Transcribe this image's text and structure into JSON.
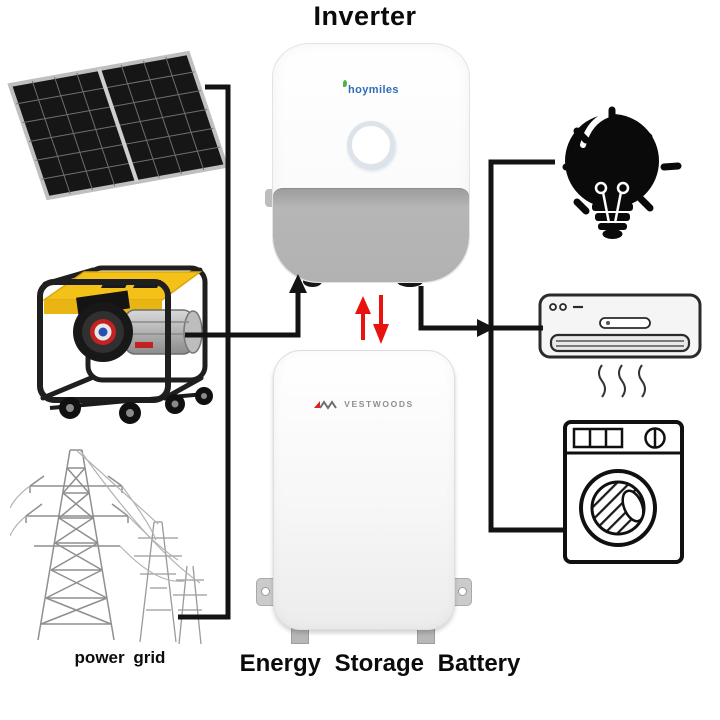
{
  "diagram": {
    "title": "Inverter",
    "battery_label": "Energy Storage Battery",
    "power_grid_label": "power grid"
  },
  "brands": {
    "inverter": "hoymiles",
    "battery": "VESTWOODS"
  },
  "icons": {
    "solar_panel": "solar-panel-icon",
    "generator": "generator-icon",
    "power_grid": "power-grid-towers-icon",
    "light_bulb": "light-bulb-icon",
    "air_conditioner": "air-conditioner-icon",
    "washing_machine": "washing-machine-icon",
    "charge_discharge": "charge-discharge-arrows-icon"
  },
  "colors": {
    "wire": "#131313",
    "charge_arrows": "#e8130e",
    "generator_yellow": "#f3c117",
    "inverter_gray": "#b2b2b2",
    "hoymiles_blue": "#2f6db8",
    "vestwoods_red": "#e02020",
    "background": "#ffffff"
  }
}
